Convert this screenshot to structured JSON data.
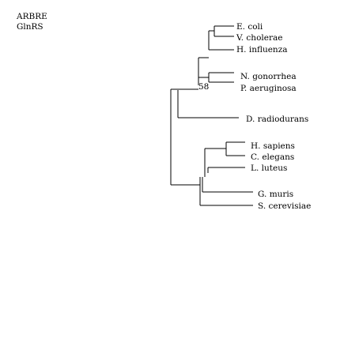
{
  "title": {
    "line1": "ARBRE",
    "line2": "GlnRS"
  },
  "tree": {
    "taxa": {
      "ecoli": "E. coli",
      "vcholerae": "V. cholerae",
      "hinfluenza": "H. influenza",
      "ngonorrhea": "N. gonorrhea",
      "paeruginosa": "P. aeruginosa",
      "dradiodurans": "D. radiodurans",
      "hsapiens": "H. sapiens",
      "celegans": "C. elegans",
      "lluteus": "L. luteus",
      "gmuris": "G. muris",
      "scerevisiae": "S. cerevisiae"
    },
    "bootstrap": {
      "neisseria_pseudomonas": "58"
    }
  }
}
